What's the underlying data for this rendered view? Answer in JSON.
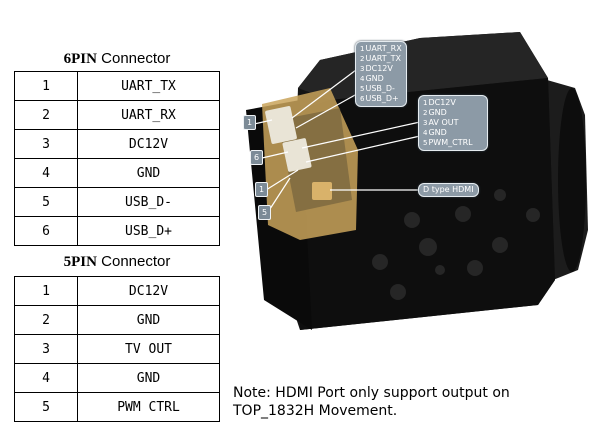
{
  "table6": {
    "title_bold": "6PIN",
    "title_rest": "Connector",
    "rows": [
      {
        "num": "1",
        "signal": "UART_TX"
      },
      {
        "num": "2",
        "signal": "UART_RX"
      },
      {
        "num": "3",
        "signal": "DC12V"
      },
      {
        "num": "4",
        "signal": "GND"
      },
      {
        "num": "5",
        "signal": "USB_D-"
      },
      {
        "num": "6",
        "signal": "USB_D+"
      }
    ]
  },
  "table5": {
    "title_bold": "5PIN",
    "title_rest": "Connector",
    "rows": [
      {
        "num": "1",
        "signal": "DC12V"
      },
      {
        "num": "2",
        "signal": "GND"
      },
      {
        "num": "3",
        "signal": "TV OUT"
      },
      {
        "num": "4",
        "signal": "GND"
      },
      {
        "num": "5",
        "signal": "PWM CTRL"
      }
    ]
  },
  "callout6": {
    "lines": [
      {
        "n": "1",
        "t": "UART_RX"
      },
      {
        "n": "2",
        "t": "UART_TX"
      },
      {
        "n": "3",
        "t": "DC12V"
      },
      {
        "n": "4",
        "t": "GND"
      },
      {
        "n": "5",
        "t": "USB_D-"
      },
      {
        "n": "6",
        "t": "USB_D+"
      }
    ]
  },
  "callout5": {
    "lines": [
      {
        "n": "1",
        "t": "DC12V"
      },
      {
        "n": "2",
        "t": "GND"
      },
      {
        "n": "3",
        "t": "AV OUT"
      },
      {
        "n": "4",
        "t": "GND"
      },
      {
        "n": "5",
        "t": "PWM_CTRL"
      }
    ]
  },
  "hdmi_label": "D type HDMI",
  "tags": {
    "t1": "1",
    "t6": "6",
    "t1b": "1",
    "t5": "5"
  },
  "note": {
    "line1": "Note: HDMI Port only support output on",
    "line2": "TOP_1832H Movement."
  },
  "colors": {
    "body": "#121212",
    "pcb": "#c9a35a",
    "connector": "#e9e4d6",
    "callout": "#8c9aa6"
  }
}
